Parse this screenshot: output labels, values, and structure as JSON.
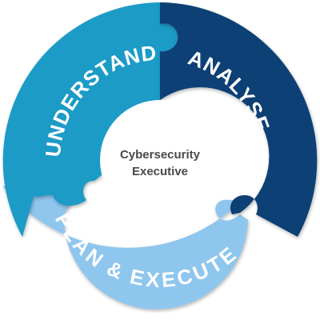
{
  "diagram": {
    "segments": [
      {
        "key": "understand",
        "label": "UNDERSTAND",
        "color": "#1a9bc7"
      },
      {
        "key": "analyse",
        "label": "ANALYSE",
        "color": "#0d3f74"
      },
      {
        "key": "plan_execute",
        "label": "PLAN & EXECUTE",
        "color": "#8ec6ee"
      }
    ],
    "center": {
      "line1": "Cybersecurity",
      "line2": "Executive",
      "color": "#ffffff"
    }
  }
}
